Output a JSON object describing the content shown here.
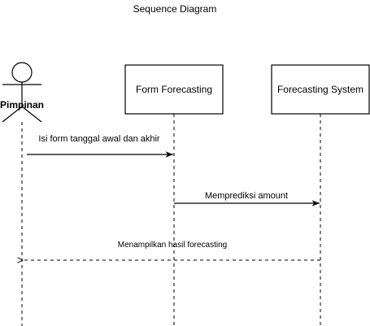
{
  "diagram": {
    "title": "Sequence Diagram",
    "actor": {
      "label": "Pimpinan"
    },
    "participants": [
      {
        "id": "form",
        "label": "Form Forecasting"
      },
      {
        "id": "system",
        "label": "Forecasting System"
      }
    ],
    "messages": [
      {
        "from": "Pimpinan",
        "to": "Form Forecasting",
        "label": "Isi form tanggal awal dan akhir",
        "style": "solid"
      },
      {
        "from": "Form Forecasting",
        "to": "Forecasting System",
        "label": "Memprediksi amount",
        "style": "solid"
      },
      {
        "from": "Forecasting System",
        "to": "Pimpinan",
        "label": "Menampilkan hasil forecasting",
        "style": "dashed"
      }
    ]
  }
}
